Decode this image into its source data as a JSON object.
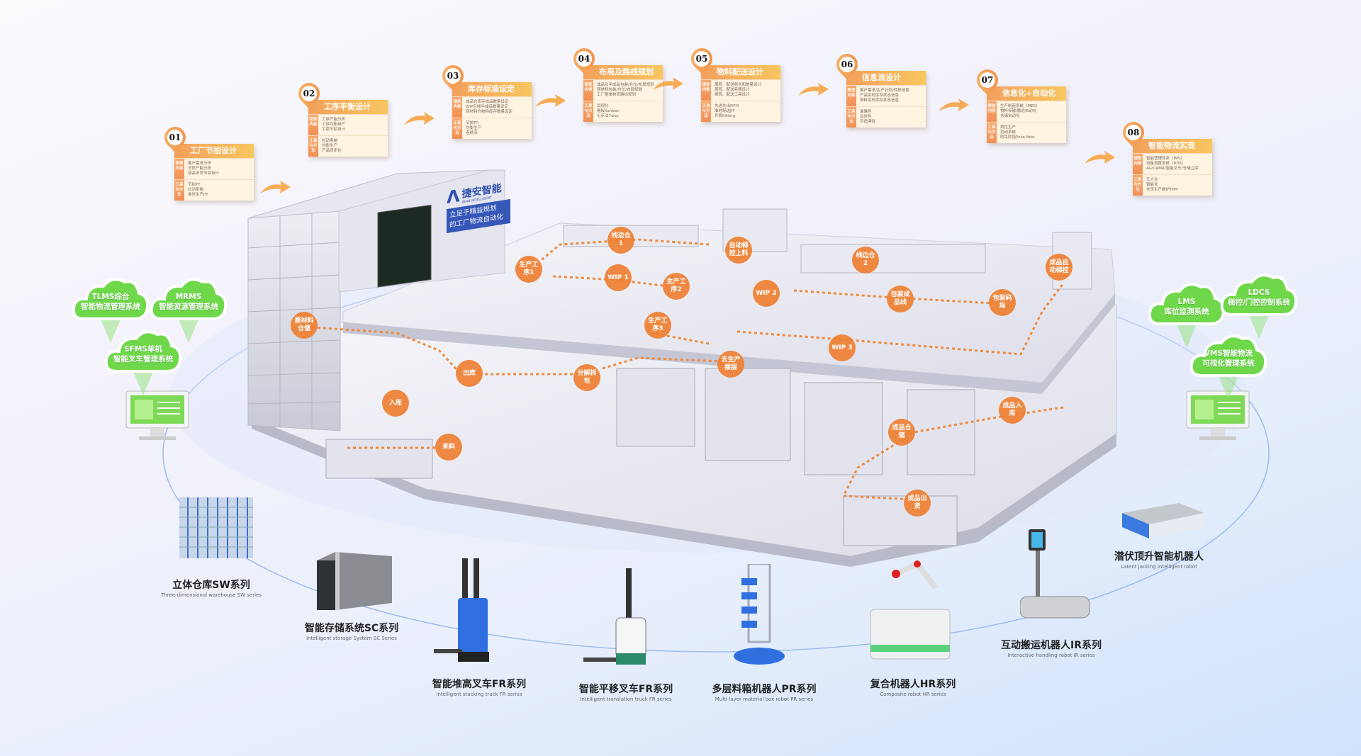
{
  "steps": [
    {
      "num": "01",
      "title": "工厂节拍设计",
      "plan_label": "规划内容",
      "plan": [
        "客户需求分析",
        "总体产能分析",
        "成品出货节拍设计"
      ],
      "tools_label": "工具与方法",
      "tools": [
        "节拍TT",
        "拉动系统",
        "准时生产JIT"
      ]
    },
    {
      "num": "02",
      "title": "工序平衡设计",
      "plan_label": "规划内容",
      "plan": [
        "工序产能分析",
        "工序均衡排产",
        "工序节拍设计"
      ],
      "tools_label": "工具与方法",
      "tools": [
        "拉动系统",
        "均衡生产",
        "产品同步化"
      ]
    },
    {
      "num": "03",
      "title": "库存标准设定",
      "plan_label": "规划内容",
      "plan": [
        "成品仓库存成品数量设定",
        "WIP区域半成品数量设定",
        "原材料仓物料库存数量设定"
      ],
      "tools_label": "工具与方法",
      "tools": [
        "节拍TT",
        "均衡生产",
        "连续流"
      ]
    },
    {
      "num": "04",
      "title": "布局及路线规划",
      "plan_label": "规划内容",
      "plan": [
        "成品及半成品包装/仓位/布局规划",
        "原材料包装/仓位/布局规划",
        "工厂整体物流路线规划"
      ],
      "tools_label": "工具与方法",
      "tools": [
        "目视化",
        "看板Kanban",
        "七步法7way"
      ]
    },
    {
      "num": "05",
      "title": "物料配送设计",
      "plan_label": "规划内容",
      "plan": [
        "周转、配送频次和数量设计",
        "周转、配送容器设计",
        "周转、配送工具设计"
      ],
      "tools_label": "工具与方法",
      "tools": [
        "先进先出FIFO",
        "准时配送JIT",
        "齐套Kitting"
      ]
    },
    {
      "num": "06",
      "title": "信息流设计",
      "plan_label": "规划内容",
      "plan": [
        "客户需求/生产计划/转移信息",
        "产品实时库存状态信息",
        "物料实时库存状态信息"
      ],
      "tools_label": "工具与方法",
      "tools": [
        "准确性",
        "及时性",
        "可追溯性"
      ]
    },
    {
      "num": "07",
      "title": "信息化+自动化",
      "plan_label": "规划内容",
      "plan": [
        "生产制造系统（MES）",
        "物料传输/搬运自动化",
        "仓储自动化"
      ],
      "tools_label": "工具与方法",
      "tools": [
        "柔性生产",
        "拉动系统",
        "防呆防错Poke-Yoke"
      ]
    },
    {
      "num": "08",
      "title": "智能物流实现",
      "plan_label": "规划内容",
      "plan": [
        "智能管理体系（IMS）",
        "设备调度系统（RDS）",
        "AGV/AMR/智能叉车/仓储立库"
      ],
      "tools_label": "工具与方法",
      "tools": [
        "无人化",
        "智能化",
        "全员生产维护TPM"
      ]
    }
  ],
  "sign": {
    "brand": "捷安智能",
    "brand_en": "JIEAN INTELLIGENT",
    "slogan": [
      "立足于精益规划",
      "的工厂物流自动化"
    ]
  },
  "factory_labels": [
    "线边仓1",
    "生产工序1",
    "WIP 1",
    "生产工序2",
    "自动梯控上料",
    "WIP 2",
    "线边仓2",
    "包装成品线",
    "包装码垛",
    "成品自动梯控",
    "生产工序3",
    "WIP 3",
    "原材料仓储",
    "出库",
    "分解拆包",
    "入库",
    "来料",
    "去生产楼层",
    "成品入库",
    "成品仓储",
    "成品出货"
  ],
  "clouds": [
    {
      "line1": "TLMS综合",
      "line2": "智能物流管理系统"
    },
    {
      "line1": "MRMS",
      "line2": "智能资源管理系统"
    },
    {
      "line1": "SFMS单机",
      "line2": "智能叉车管理系统"
    },
    {
      "line1": "LMS",
      "line2": "库位监测系统"
    },
    {
      "line1": "LDCS",
      "line2": "梯控/门控控制系统"
    },
    {
      "line1": "VMS智能物流",
      "line2": "可视化管理系统"
    }
  ],
  "products": [
    {
      "cn": "立体仓库SW系列",
      "en": "Three-dimensional warehouse SW series"
    },
    {
      "cn": "智能存储系统SC系列",
      "en": "Intelligent storage System SC Series"
    },
    {
      "cn": "智能堆高叉车FR系列",
      "en": "Intelligent stacking truck FR series"
    },
    {
      "cn": "智能平移叉车FR系列",
      "en": "Intelligent translation truck FR series"
    },
    {
      "cn": "多层料箱机器人PR系列",
      "en": "Multi-layer material box robot PR series"
    },
    {
      "cn": "复合机器人HR系列",
      "en": "Composite robot HR series"
    },
    {
      "cn": "互动搬运机器人IR系列",
      "en": "Interactive handling robot IR series"
    },
    {
      "cn": "潜伏顶升智能机器人",
      "en": "Latent jacking intelligent robot"
    }
  ],
  "colors": {
    "accent": "#ee8034",
    "cloud": "#6fd84a",
    "brand": "#2f4fb0"
  }
}
